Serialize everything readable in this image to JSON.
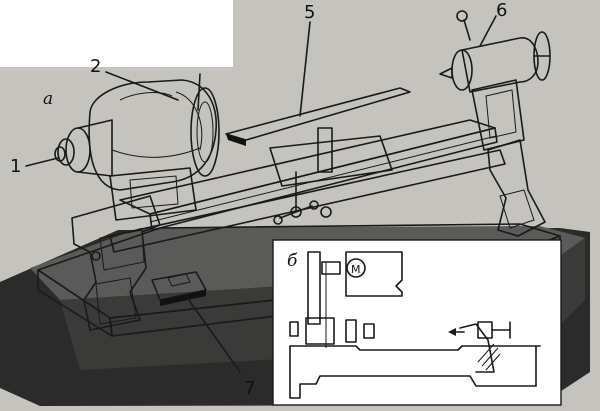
{
  "figure": {
    "inset_letter_main": "а",
    "inset_letter_scheme": "б",
    "motor_symbol": "М",
    "callouts": [
      {
        "id": "c1",
        "text": "1"
      },
      {
        "id": "c2",
        "text": "2"
      },
      {
        "id": "c5",
        "text": "5"
      },
      {
        "id": "c6",
        "text": "6"
      },
      {
        "id": "c7",
        "text": "7"
      }
    ]
  }
}
